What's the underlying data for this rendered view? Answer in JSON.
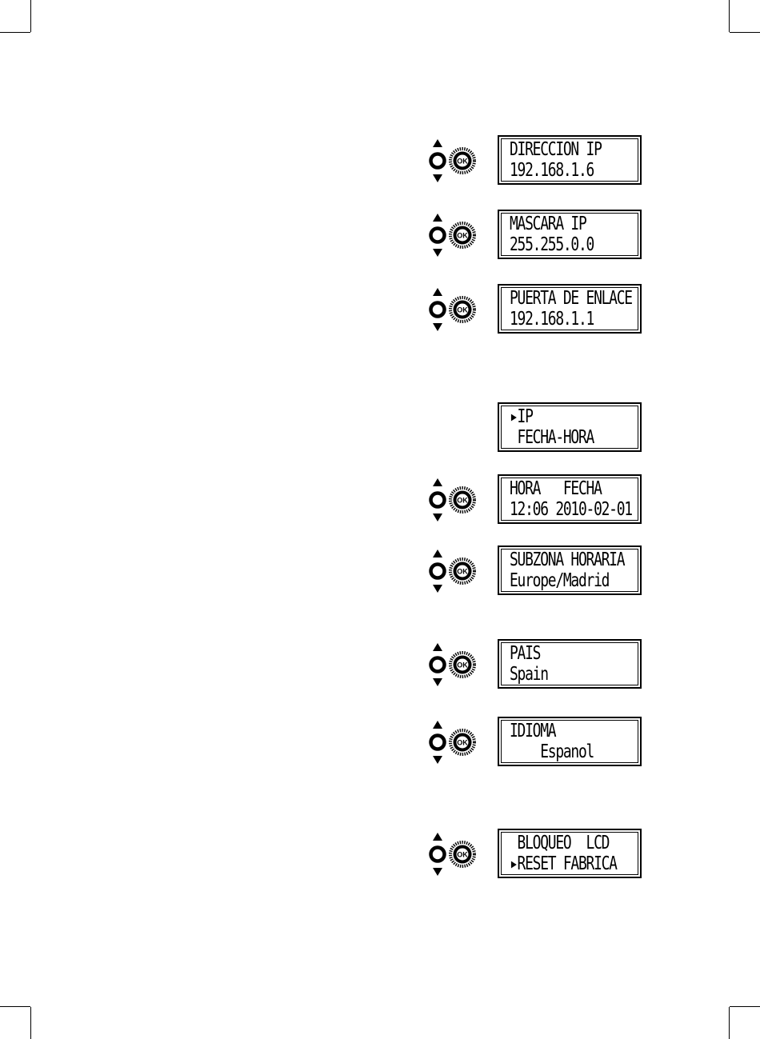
{
  "screens": [
    {
      "line1": "DIRECCION IP",
      "line2": "192.168.1.6",
      "nav": true
    },
    {
      "line1": "MASCARA IP",
      "line2": "255.255.0.0",
      "nav": true
    },
    {
      "line1": "PUERTA DE ENLACE",
      "line2": "192.168.1.1",
      "nav": true
    },
    {
      "line1": "▸IP",
      "line2": " FECHA-HORA",
      "nav": false
    },
    {
      "line1": "HORA   FECHA",
      "line2": "12:06 2010-02-01",
      "nav": true
    },
    {
      "line1": "SUBZONA HORARIA",
      "line2": "Europe/Madrid",
      "nav": true
    },
    {
      "line1": "PAIS",
      "line2": "Spain",
      "nav": true
    },
    {
      "line1": "IDIOMA",
      "line2": "    Espanol",
      "nav": true
    },
    {
      "line1": " BLOQUEO  LCD",
      "line2": "▸RESET FABRICA",
      "nav": true
    }
  ],
  "ok_label": "OK",
  "icons": {
    "nav": "up-down-arrows-icon",
    "ok": "ok-button-icon"
  }
}
